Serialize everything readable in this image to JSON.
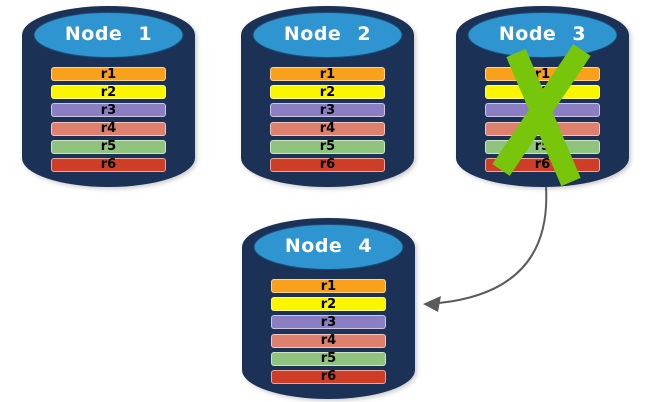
{
  "diagram": {
    "description": "Database replication failover diagram",
    "nodes": [
      {
        "label": "Node 1",
        "status": "ok"
      },
      {
        "label": "Node 2",
        "status": "ok"
      },
      {
        "label": "Node 3",
        "status": "failed"
      },
      {
        "label": "Node 4",
        "status": "ok"
      }
    ],
    "arrow": {
      "from": "Node 3",
      "to": "Node 4"
    }
  },
  "rows": [
    {
      "label": "r1",
      "color": "#F9A11B"
    },
    {
      "label": "r2",
      "color": "#FBF500"
    },
    {
      "label": "r3",
      "color": "#8C7EC2"
    },
    {
      "label": "r4",
      "color": "#DD806E"
    },
    {
      "label": "r5",
      "color": "#90C47E"
    },
    {
      "label": "r6",
      "color": "#CE3D26"
    }
  ],
  "colors": {
    "cylinder_body": "#1C3156",
    "cylinder_top": "#2F95D0",
    "cylinder_top_edge": "#174F79",
    "failure_x": "#77C60B",
    "arrow": "#5B5B5B",
    "title_text": "#FFFFFF",
    "row_text": "#000000"
  }
}
